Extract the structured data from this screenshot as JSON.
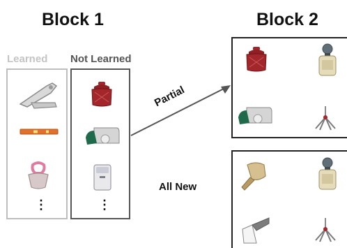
{
  "block1": {
    "title": "Block 1",
    "learned": {
      "label": "Learned",
      "items": [
        "stapler-icon",
        "level-icon",
        "bag-clip-icon"
      ],
      "more": "⋮"
    },
    "not_learned": {
      "label": "Not Learned",
      "items": [
        "red-jar-icon",
        "tape-dispenser-icon",
        "dispenser-box-icon"
      ],
      "more": "⋮"
    }
  },
  "block2": {
    "title": "Block 2",
    "partial_set": [
      "red-jar-icon",
      "bottle-icon",
      "tape-dispenser-icon",
      "multitool-icon"
    ],
    "new_set": [
      "scoop-icon",
      "bottle-icon",
      "lighter-icon",
      "multitool-icon"
    ]
  },
  "edges": {
    "partial_label": "Partial",
    "all_new_label": "All New"
  },
  "colors": {
    "learned_border": "#bdbdbd",
    "not_learned_border": "#555555",
    "block2_border": "#222222",
    "red": "#a3262b",
    "orange": "#e0702a"
  }
}
